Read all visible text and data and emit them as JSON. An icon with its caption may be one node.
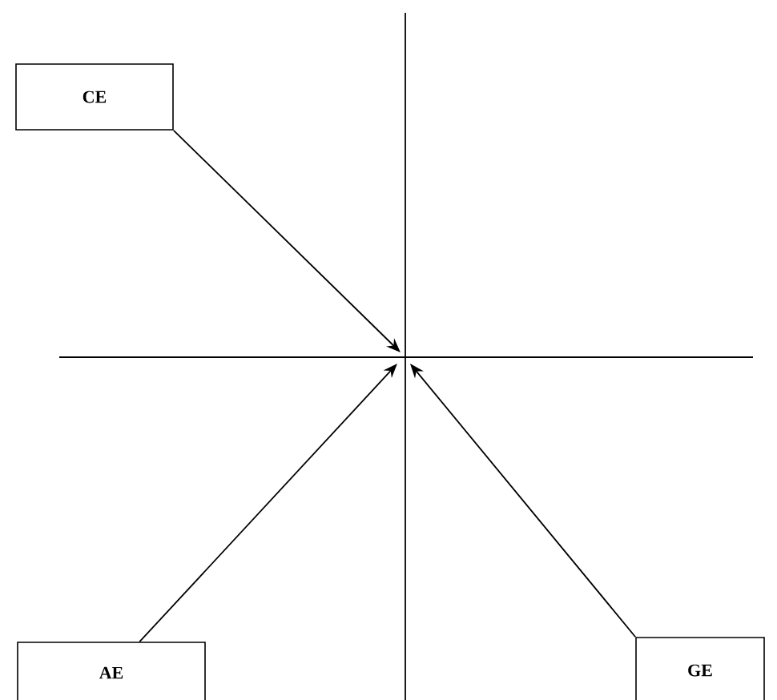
{
  "diagram": {
    "nodes": [
      {
        "text": [
          "CE"
        ]
      },
      {
        "text": [
          "AE"
        ]
      },
      {
        "text": [
          "GE"
        ]
      }
    ],
    "edges": [
      {
        "from": 0,
        "to": null,
        "arrow": "to"
      },
      {
        "from": 1,
        "to": null,
        "arrow": "to"
      },
      {
        "from": 2,
        "to": null,
        "arrow": "to"
      }
    ]
  }
}
